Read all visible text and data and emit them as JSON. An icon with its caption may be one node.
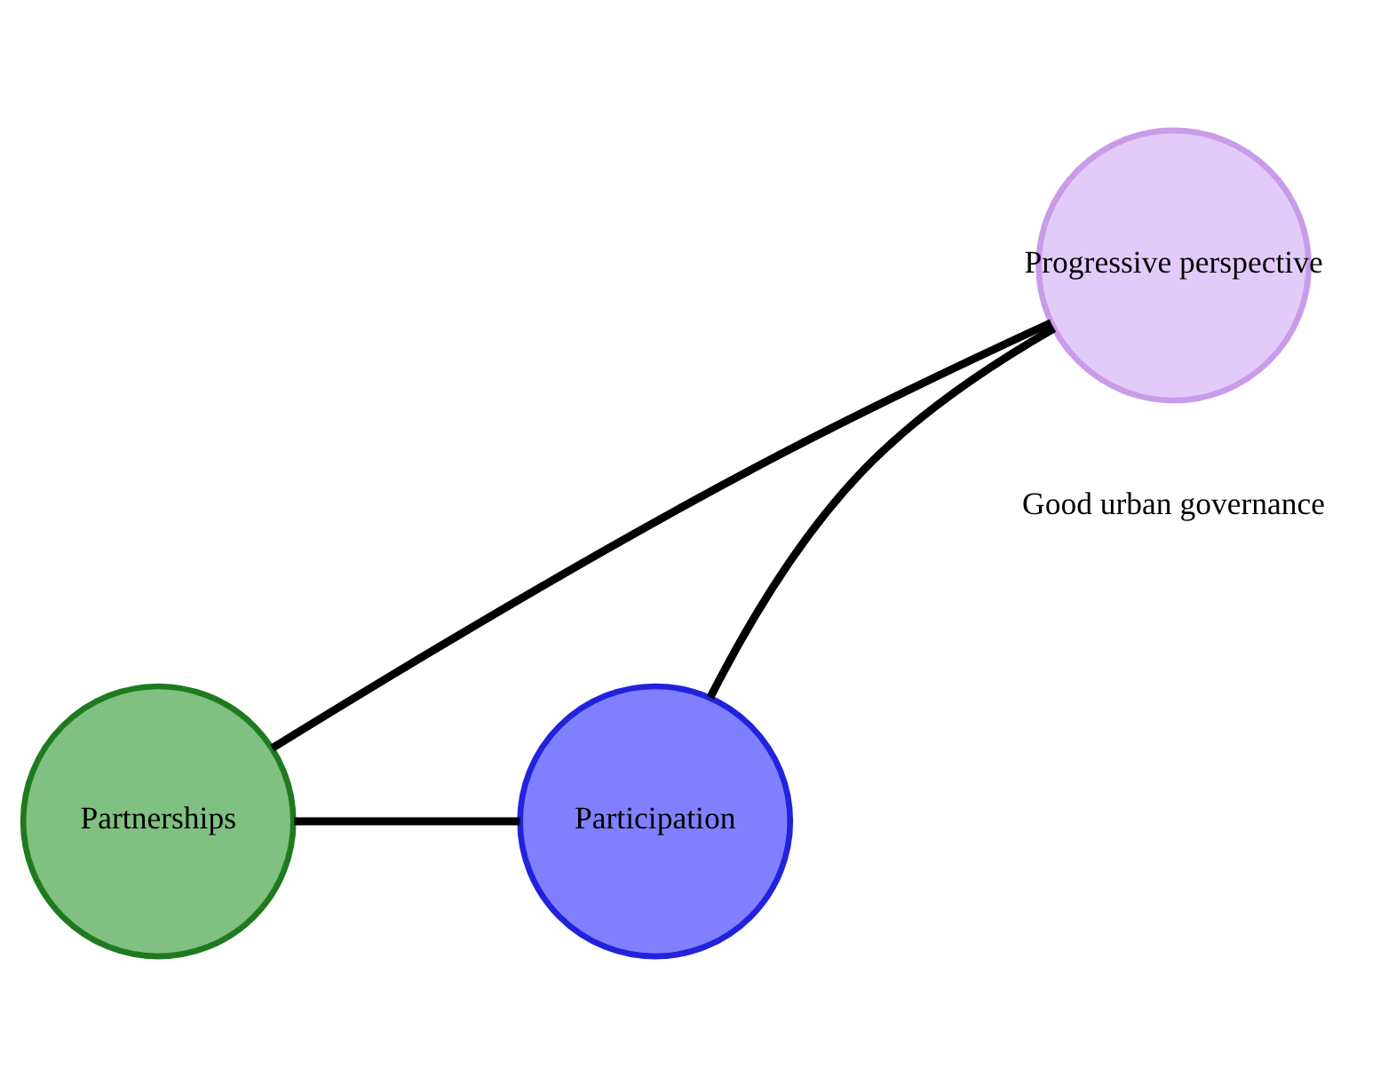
{
  "diagram": {
    "nodes": [
      {
        "text": [
          "Progressive perspective"
        ]
      },
      {
        "text": [
          "Partnerships"
        ]
      },
      {
        "text": [
          "Participation"
        ]
      }
    ],
    "edges": [
      {
        "from": 0,
        "to": 1,
        "arrow": "none"
      },
      {
        "from": 0,
        "to": 2,
        "arrow": "none"
      },
      {
        "from": 1,
        "to": 2,
        "arrow": "none"
      }
    ],
    "labels": [
      "Good urban governance"
    ]
  }
}
